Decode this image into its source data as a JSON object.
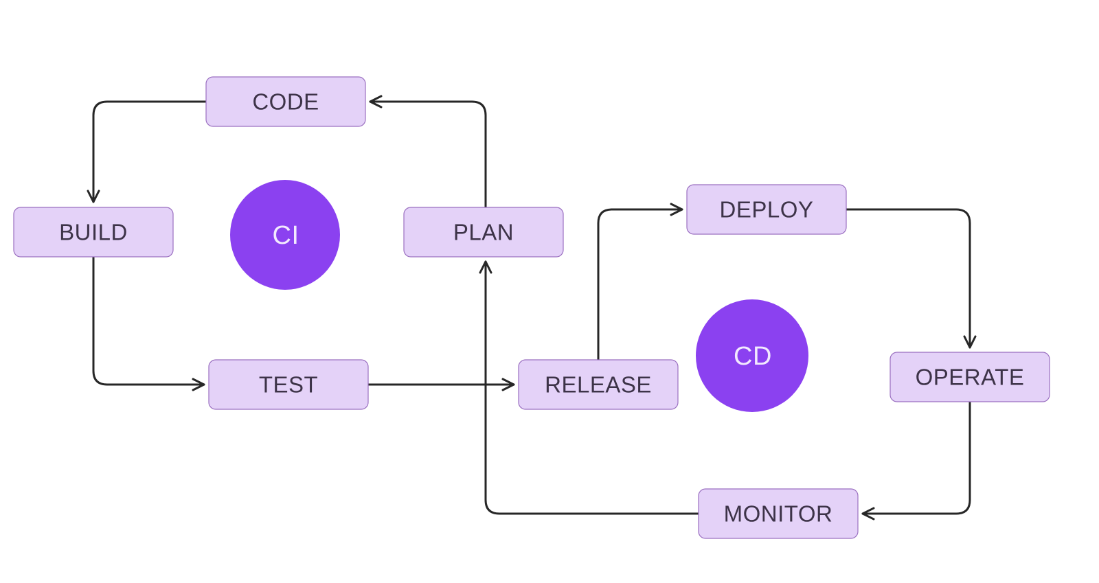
{
  "colors": {
    "background": "#ffffff",
    "arrow_color": "#272727",
    "box_fill": "#e4d2f8",
    "box_border": "#9a6fc0",
    "box_text": "#3d3348",
    "circle_fill": "#8b41f0",
    "circle_text": "#f2e9fe"
  },
  "nodes": {
    "code": {
      "label": "CODE"
    },
    "build": {
      "label": "BUILD"
    },
    "test": {
      "label": "TEST"
    },
    "plan": {
      "label": "PLAN"
    },
    "release": {
      "label": "RELEASE"
    },
    "deploy": {
      "label": "DEPLOY"
    },
    "operate": {
      "label": "OPERATE"
    },
    "monitor": {
      "label": "MONITOR"
    },
    "ci": {
      "label": "CI"
    },
    "cd": {
      "label": "CD"
    }
  },
  "edges": [
    {
      "from": "CODE",
      "to": "BUILD"
    },
    {
      "from": "BUILD",
      "to": "TEST"
    },
    {
      "from": "TEST",
      "to": "RELEASE"
    },
    {
      "from": "PLAN",
      "to": "CODE"
    },
    {
      "from": "MONITOR",
      "to": "PLAN"
    },
    {
      "from": "RELEASE",
      "to": "DEPLOY"
    },
    {
      "from": "DEPLOY",
      "to": "OPERATE"
    },
    {
      "from": "OPERATE",
      "to": "MONITOR"
    }
  ]
}
